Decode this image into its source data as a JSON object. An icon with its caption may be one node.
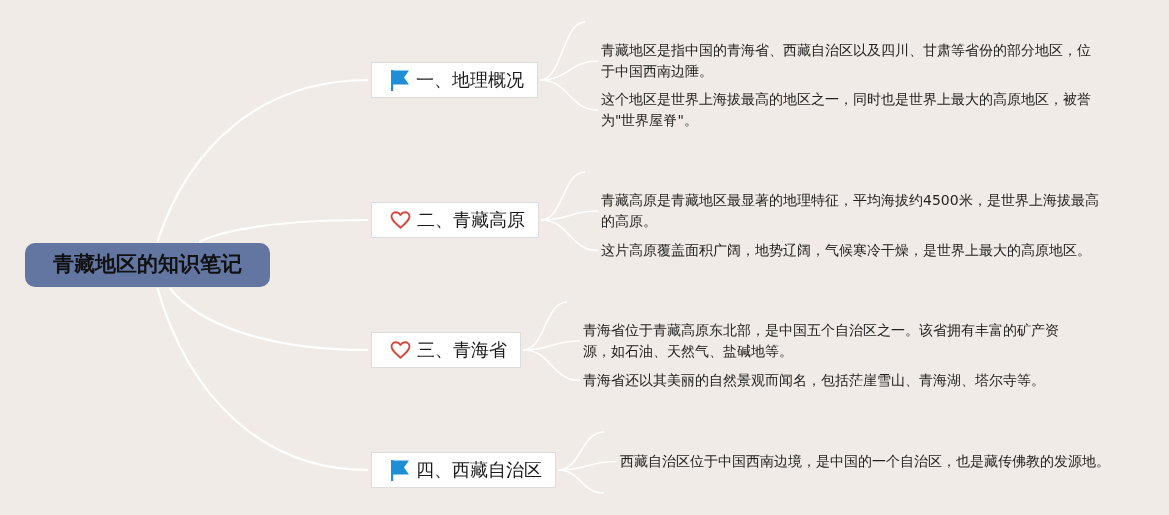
{
  "diagram": {
    "nodes": [
      {
        "text": [
          "青藏地区的知识笔记"
        ]
      },
      {
        "text": [
          "一、地理概况"
        ]
      },
      {
        "text": [
          "青藏地区是指中国的青海省、西藏自治区以及四川、甘肃等省份的部分地区，位于中国西南边陲。"
        ]
      },
      {
        "text": [
          "这个地区是世界上海拔最高的地区之一，同时也是世界上最大的高原地区，被誉为\"世界屋脊\"。"
        ]
      },
      {
        "text": [
          "二、青藏高原"
        ]
      },
      {
        "text": [
          "青藏高原是青藏地区最显著的地理特征，平均海拔约4500米，是世界上海拔最高的高原。"
        ]
      },
      {
        "text": [
          "这片高原覆盖面积广阔，地势辽阔，气候寒冷干燥，是世界上最大的高原地区。"
        ]
      },
      {
        "text": [
          "三、青海省"
        ]
      },
      {
        "text": [
          "青海省位于青藏高原东北部，是中国五个自治区之一。该省拥有丰富的矿产资源，如石油、天然气、盐碱地等。"
        ]
      },
      {
        "text": [
          "青海省还以其美丽的自然景观而闻名，包括茫崖雪山、青海湖、塔尔寺等。"
        ]
      },
      {
        "text": [
          "四、西藏自治区"
        ]
      },
      {
        "text": [
          "西藏自治区位于中国西南边境，是中国的一个自治区，也是藏传佛教的发源地。"
        ]
      }
    ],
    "edges": [
      {
        "from": 0,
        "to": 1,
        "arrow": "none"
      },
      {
        "from": 0,
        "to": 4,
        "arrow": "none"
      },
      {
        "from": 0,
        "to": 7,
        "arrow": "none"
      },
      {
        "from": 0,
        "to": 10,
        "arrow": "none"
      },
      {
        "from": 1,
        "to": null,
        "arrow": "none"
      },
      {
        "from": 1,
        "to": 2,
        "arrow": "none"
      },
      {
        "from": 1,
        "to": 3,
        "arrow": "none"
      },
      {
        "from": 4,
        "to": null,
        "arrow": "none"
      },
      {
        "from": 4,
        "to": 5,
        "arrow": "none"
      },
      {
        "from": 4,
        "to": 6,
        "arrow": "none"
      },
      {
        "from": 7,
        "to": null,
        "arrow": "none"
      },
      {
        "from": 7,
        "to": 8,
        "arrow": "none"
      },
      {
        "from": 7,
        "to": 9,
        "arrow": "none"
      },
      {
        "from": 10,
        "to": null,
        "arrow": "none"
      },
      {
        "from": 10,
        "to": 11,
        "arrow": "none"
      },
      {
        "from": 10,
        "to": null,
        "arrow": "none"
      }
    ]
  }
}
